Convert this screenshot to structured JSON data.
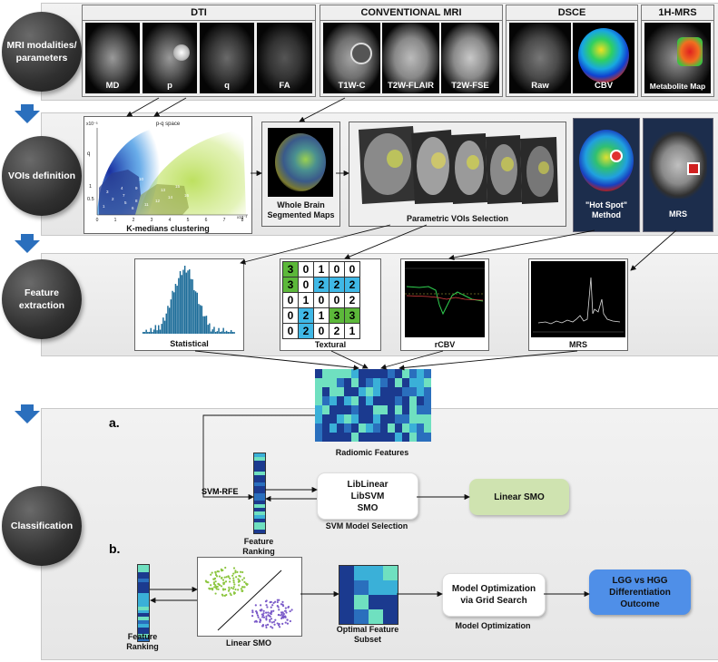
{
  "stages": {
    "s1": "MRI modalities/\nparameters",
    "s2": "VOIs definition",
    "s3": "Feature\nextraction",
    "s4": "Classification"
  },
  "row1": {
    "dti": {
      "title": "DTI",
      "labels": [
        "MD",
        "p",
        "q",
        "FA"
      ]
    },
    "conv": {
      "title": "CONVENTIONAL MRI",
      "labels": [
        "T1W-C",
        "T2W-FLAIR",
        "T2W-FSE"
      ]
    },
    "dsce": {
      "title": "DSCE",
      "labels": [
        "Raw",
        "CBV"
      ]
    },
    "mrs": {
      "title": "1H-MRS",
      "labels": [
        "Metabolite Map"
      ]
    }
  },
  "row2": {
    "scatter_title": "p-q space",
    "scatter_caption": "K-medians clustering",
    "y_exp": "x10⁻³",
    "x_exp": "x10⁻³",
    "y_axis": "q",
    "y_ticks": [
      "1",
      "0.5"
    ],
    "x_ticks": [
      "0",
      "1",
      "2",
      "3",
      "4",
      "5",
      "6",
      "7",
      "8"
    ],
    "cluster_labels": [
      "1",
      "2",
      "3",
      "4",
      "5",
      "6",
      "7",
      "8",
      "9",
      "10",
      "11",
      "12",
      "13",
      "14",
      "15",
      "16"
    ],
    "segmented_caption": "Whole Brain\nSegmented Maps",
    "voi_caption": "Parametric VOIs Selection",
    "hotspot_caption": "\"Hot Spot\"\nMethod",
    "mrs_caption": "MRS"
  },
  "row3": {
    "statistical": "Statistical",
    "textural": "Textural",
    "rcbv": "rCBV",
    "mrs": "MRS",
    "matrix": [
      [
        "3",
        "0",
        "1",
        "0",
        "0"
      ],
      [
        "3",
        "0",
        "2",
        "2",
        "2"
      ],
      [
        "0",
        "1",
        "0",
        "0",
        "2"
      ],
      [
        "0",
        "2",
        "1",
        "3",
        "3"
      ],
      [
        "0",
        "2",
        "0",
        "2",
        "1"
      ]
    ]
  },
  "row4": {
    "a_label": "a.",
    "b_label": "b.",
    "radiomic": "Radiomic Features",
    "svm_rfe": "SVM-RFE",
    "feature_ranking_a": "Feature\nRanking",
    "models": "LibLinear\nLibSVM\nSMO",
    "svm_selection": "SVM Model Selection",
    "linear_smo_box": "Linear SMO",
    "feature_ranking_b": "Feature\nRanking",
    "linear_smo_caption": "Linear SMO",
    "optimal_subset": "Optimal Feature\nSubset",
    "model_opt_box": "Model Optimization\nvia Grid Search",
    "model_opt_caption": "Model Optimization",
    "outcome": "LGG vs HGG\nDifferentiation\nOutcome"
  },
  "colors": {
    "green": "#5cb83a",
    "cyan": "#3fb8e6",
    "blue_btn": "#4f8fe8",
    "green_btn": "#cfe3b0",
    "arrow_blue": "#2a6fbd"
  }
}
